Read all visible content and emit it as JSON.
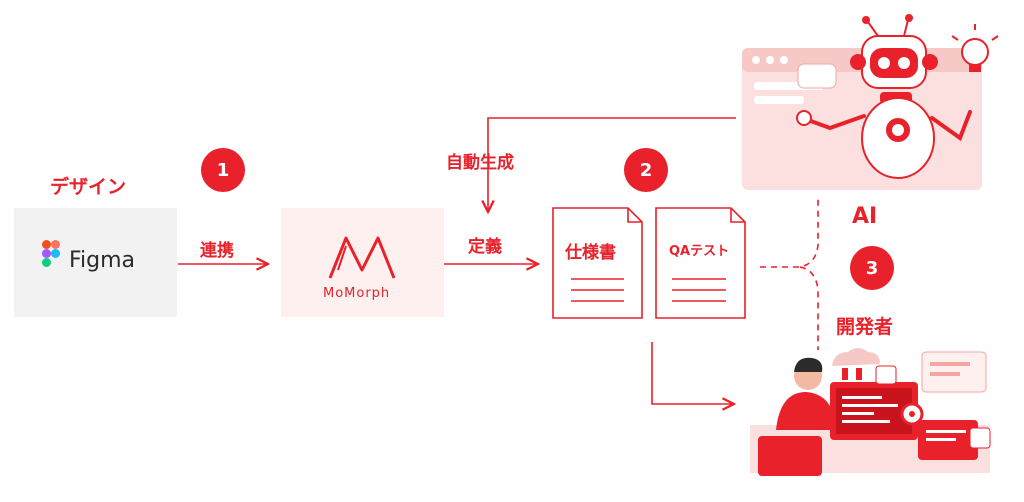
{
  "labels": {
    "design": "デザイン",
    "link": "連携",
    "auto_generate": "自動生成",
    "define": "定義",
    "ai": "AI",
    "developer": "開発者"
  },
  "badges": [
    "1",
    "2",
    "3"
  ],
  "figma": {
    "name": "Figma"
  },
  "momorph": {
    "name": "MoMorph"
  },
  "documents": {
    "spec": "仕様書",
    "qa": "QAテスト"
  },
  "colors": {
    "accent": "#e8212b",
    "soft_bg": "#fdf0ef",
    "gray_bg": "#f2f2f2"
  },
  "icons": [
    "figma-logo-icon",
    "momorph-logo-icon",
    "robot-illustration-icon",
    "developer-illustration-icon"
  ]
}
